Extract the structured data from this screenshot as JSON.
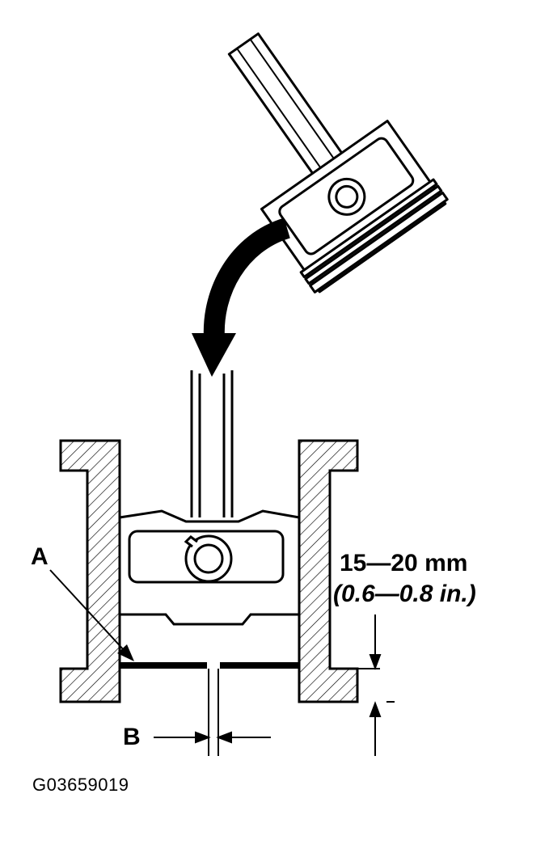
{
  "figure": {
    "label_a": "A",
    "label_b": "B",
    "dimension_metric": "15—20 mm",
    "dimension_imperial": "(0.6—0.8 in.)",
    "figure_id": "G03659019"
  },
  "colors": {
    "line": "#000000",
    "background": "#ffffff"
  }
}
